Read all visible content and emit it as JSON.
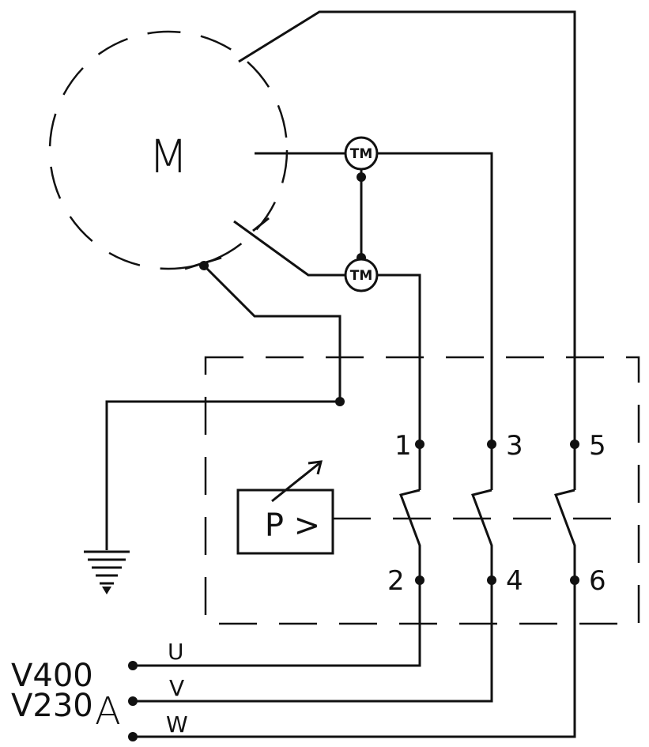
{
  "motor": {
    "label": "M"
  },
  "thermal_sensors": [
    {
      "label": "TM"
    },
    {
      "label": "TM"
    }
  ],
  "breaker": {
    "element_label": "P >",
    "terminals": [
      "1",
      "3",
      "5",
      "2",
      "4",
      "6"
    ]
  },
  "supply": {
    "voltage_1": "V400",
    "voltage_2": "V230",
    "supply_letter": "A",
    "phases": [
      "U",
      "V",
      "W"
    ]
  }
}
